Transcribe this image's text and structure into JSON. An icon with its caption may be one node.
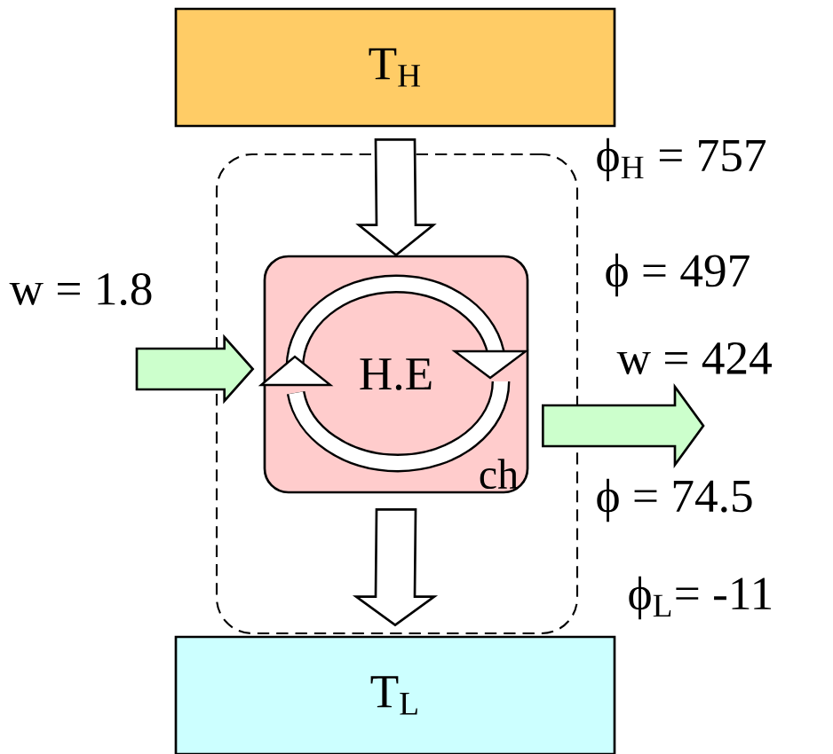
{
  "diagram": {
    "nodes": [
      {
        "text": [
          "T$_{H}$"
        ]
      },
      {
        "text": [],
        "shape": "box"
      },
      {
        "text": [
          "H.E",
          "ch"
        ],
        "in": 1
      },
      {
        "text": [
          "T$_{L}$"
        ]
      }
    ],
    "edges": [
      {
        "from": 0,
        "to": 2,
        "arrow": "to"
      },
      {
        "from": 2,
        "to": 3,
        "arrow": "to"
      },
      {
        "from": null,
        "to": 2,
        "arrow": "to",
        "color": "#ccffcc"
      },
      {
        "from": 2,
        "to": null,
        "arrow": "to",
        "color": "#ccffcc"
      }
    ],
    "labels": [
      "w = 1.8",
      "ϕ$_{H}$ = 757",
      "ϕ = 497",
      "w = 424",
      "ϕ = 74.5",
      "ϕ$_{L}$= -11"
    ]
  }
}
